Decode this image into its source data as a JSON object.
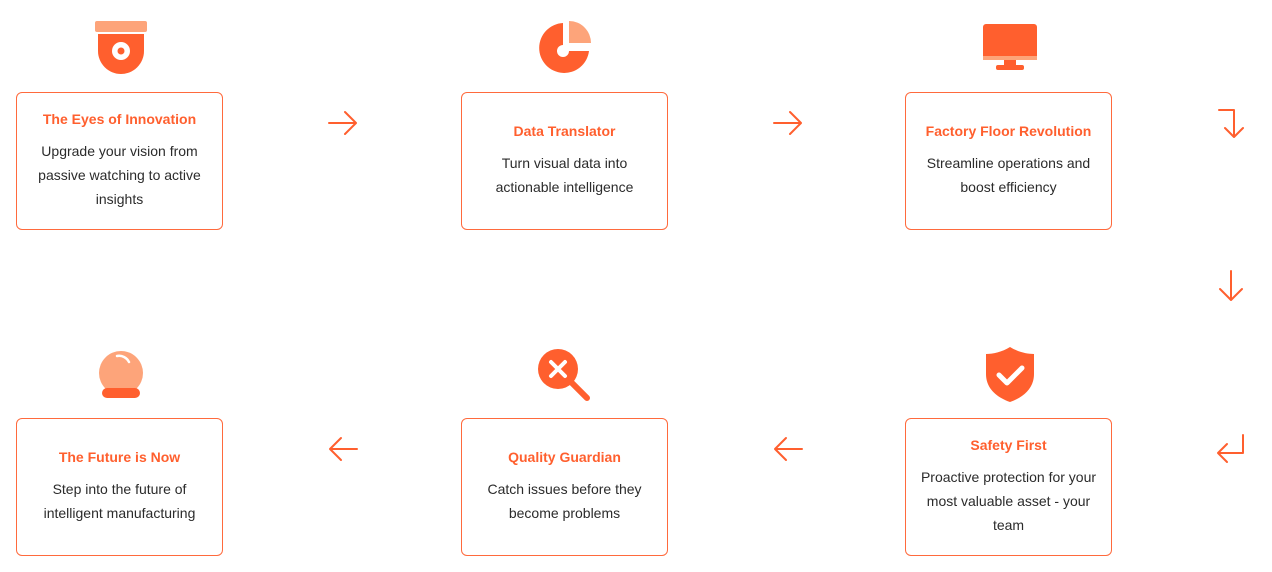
{
  "colors": {
    "accent": "#ff5f2e",
    "accent_light": "#fda47a",
    "text": "#2b2b2b",
    "border": "#ff6a3d"
  },
  "steps": [
    {
      "title": "The Eyes of Innovation",
      "description": "Upgrade your vision from passive watching to active insights",
      "icon": "security-camera-icon"
    },
    {
      "title": "Data Translator",
      "description": "Turn visual data into actionable intelligence",
      "icon": "pie-chart-icon"
    },
    {
      "title": "Factory Floor Revolution",
      "description": "Streamline operations and boost efficiency",
      "icon": "monitor-icon"
    },
    {
      "title": "Safety First",
      "description": "Proactive protection for your most valuable asset - your team",
      "icon": "shield-check-icon"
    },
    {
      "title": "Quality Guardian",
      "description": "Catch issues before they become problems",
      "icon": "magnifier-x-icon"
    },
    {
      "title": "The Future is Now",
      "description": "Step into the future of intelligent manufacturing",
      "icon": "crystal-ball-icon"
    }
  ]
}
